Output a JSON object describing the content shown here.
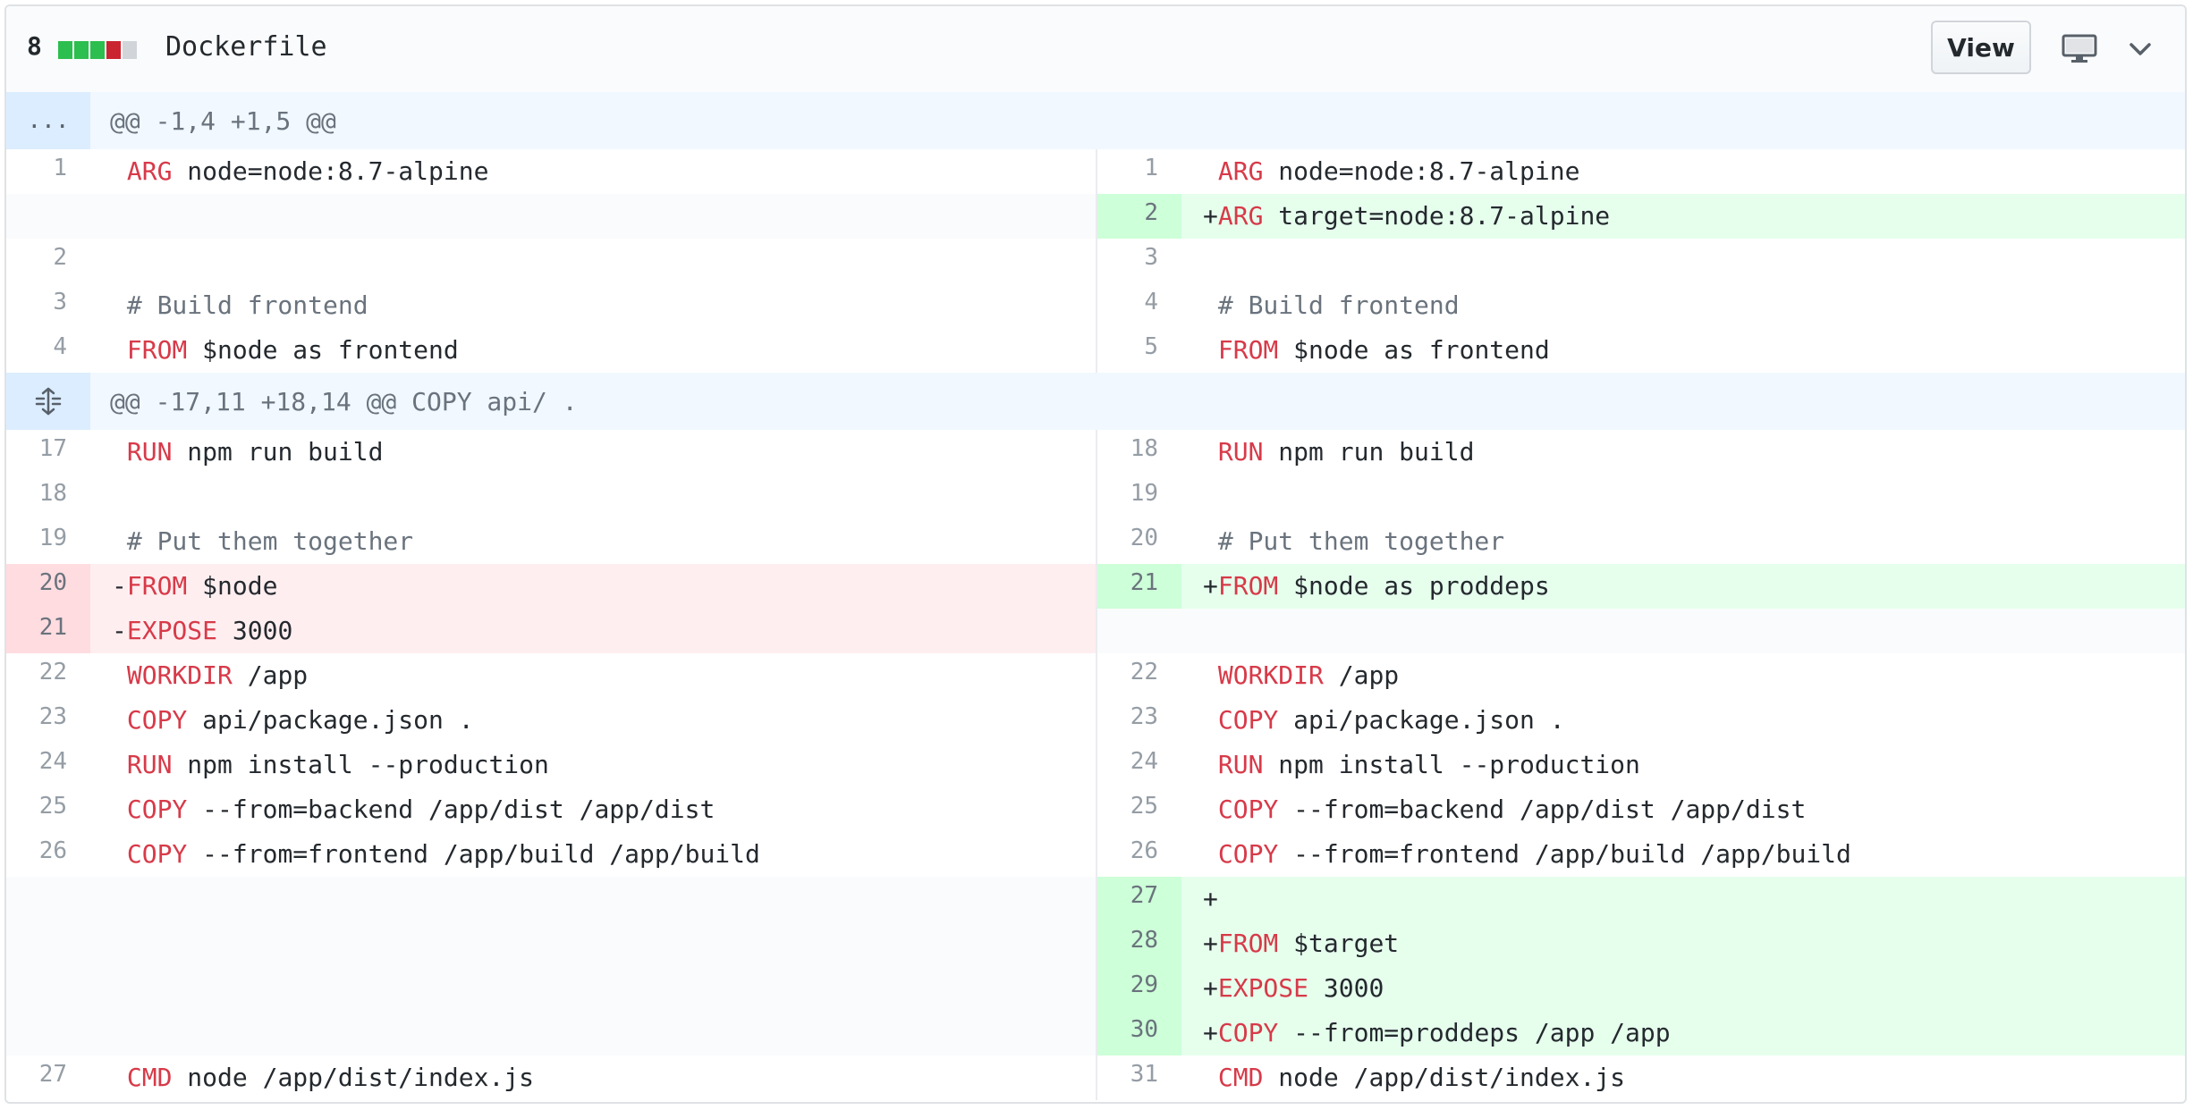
{
  "header": {
    "count": "8",
    "filename": "Dockerfile",
    "view_label": "View",
    "stat_colors": [
      "#2cbe4e",
      "#2cbe4e",
      "#2cbe4e",
      "#cb2431",
      "#d1d5da"
    ]
  },
  "icons": {
    "expand_top": "ellipsis-icon",
    "expand_middle": "unfold-icon",
    "display": "desktop-icon",
    "menu": "chevron-down-icon"
  },
  "hunks": [
    {
      "gutter": "...",
      "text": "@@ -1,4 +1,5 @@"
    },
    {
      "gutter": "",
      "text": "@@ -17,11 +18,14 @@ COPY api/ ."
    }
  ],
  "rows": [
    {
      "l": {
        "n": "1",
        "t": "ctx",
        "kw": "ARG",
        "rest": " node=node:8.7-alpine"
      },
      "r": {
        "n": "1",
        "t": "ctx",
        "kw": "ARG",
        "rest": " node=node:8.7-alpine"
      }
    },
    {
      "l": {
        "t": "empty"
      },
      "r": {
        "n": "2",
        "t": "add",
        "kw": "ARG",
        "rest": " target=node:8.7-alpine"
      }
    },
    {
      "l": {
        "n": "2",
        "t": "ctx",
        "rest": ""
      },
      "r": {
        "n": "3",
        "t": "ctx",
        "rest": ""
      }
    },
    {
      "l": {
        "n": "3",
        "t": "ctx",
        "cm": "# Build frontend"
      },
      "r": {
        "n": "4",
        "t": "ctx",
        "cm": "# Build frontend"
      }
    },
    {
      "l": {
        "n": "4",
        "t": "ctx",
        "kw": "FROM",
        "rest": " $node as frontend"
      },
      "r": {
        "n": "5",
        "t": "ctx",
        "kw": "FROM",
        "rest": " $node as frontend"
      }
    },
    {
      "l": {
        "n": "17",
        "t": "ctx",
        "kw": "RUN",
        "rest": " npm run build"
      },
      "r": {
        "n": "18",
        "t": "ctx",
        "kw": "RUN",
        "rest": " npm run build"
      }
    },
    {
      "l": {
        "n": "18",
        "t": "ctx",
        "rest": ""
      },
      "r": {
        "n": "19",
        "t": "ctx",
        "rest": ""
      }
    },
    {
      "l": {
        "n": "19",
        "t": "ctx",
        "cm": "# Put them together"
      },
      "r": {
        "n": "20",
        "t": "ctx",
        "cm": "# Put them together"
      }
    },
    {
      "l": {
        "n": "20",
        "t": "del",
        "kw": "FROM",
        "rest": " $node"
      },
      "r": {
        "n": "21",
        "t": "add",
        "kw": "FROM",
        "rest": " $node as proddeps"
      }
    },
    {
      "l": {
        "n": "21",
        "t": "del",
        "kw": "EXPOSE",
        "rest": " 3000"
      },
      "r": {
        "t": "empty"
      }
    },
    {
      "l": {
        "n": "22",
        "t": "ctx",
        "kw": "WORKDIR",
        "rest": " /app"
      },
      "r": {
        "n": "22",
        "t": "ctx",
        "kw": "WORKDIR",
        "rest": " /app"
      }
    },
    {
      "l": {
        "n": "23",
        "t": "ctx",
        "kw": "COPY",
        "rest": " api/package.json ."
      },
      "r": {
        "n": "23",
        "t": "ctx",
        "kw": "COPY",
        "rest": " api/package.json ."
      }
    },
    {
      "l": {
        "n": "24",
        "t": "ctx",
        "kw": "RUN",
        "rest": " npm install --production"
      },
      "r": {
        "n": "24",
        "t": "ctx",
        "kw": "RUN",
        "rest": " npm install --production"
      }
    },
    {
      "l": {
        "n": "25",
        "t": "ctx",
        "kw": "COPY",
        "rest": " --from=backend /app/dist /app/dist"
      },
      "r": {
        "n": "25",
        "t": "ctx",
        "kw": "COPY",
        "rest": " --from=backend /app/dist /app/dist"
      }
    },
    {
      "l": {
        "n": "26",
        "t": "ctx",
        "kw": "COPY",
        "rest": " --from=frontend /app/build /app/build"
      },
      "r": {
        "n": "26",
        "t": "ctx",
        "kw": "COPY",
        "rest": " --from=frontend /app/build /app/build"
      }
    },
    {
      "l": {
        "t": "empty"
      },
      "r": {
        "n": "27",
        "t": "add",
        "rest": ""
      }
    },
    {
      "l": {
        "t": "empty"
      },
      "r": {
        "n": "28",
        "t": "add",
        "kw": "FROM",
        "rest": " $target"
      }
    },
    {
      "l": {
        "t": "empty"
      },
      "r": {
        "n": "29",
        "t": "add",
        "kw": "EXPOSE",
        "rest": " 3000"
      }
    },
    {
      "l": {
        "t": "empty"
      },
      "r": {
        "n": "30",
        "t": "add",
        "kw": "COPY",
        "rest": " --from=proddeps /app /app"
      }
    },
    {
      "l": {
        "n": "27",
        "t": "ctx",
        "kw": "CMD",
        "rest": " node /app/dist/index.js"
      },
      "r": {
        "n": "31",
        "t": "ctx",
        "kw": "CMD",
        "rest": " node /app/dist/index.js"
      }
    }
  ]
}
